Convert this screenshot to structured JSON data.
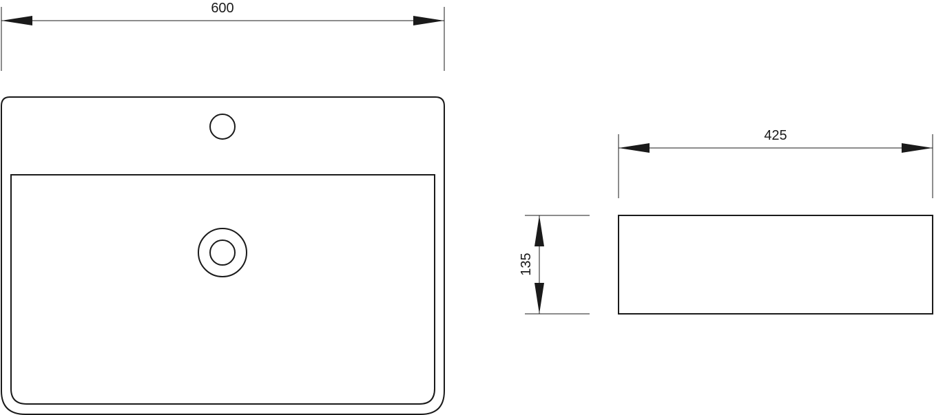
{
  "drawing": {
    "dimensions": {
      "top_view_width": "600",
      "side_view_length": "425",
      "side_view_height": "135"
    },
    "colors": {
      "line": "#1a1a1a",
      "background": "#ffffff"
    }
  }
}
